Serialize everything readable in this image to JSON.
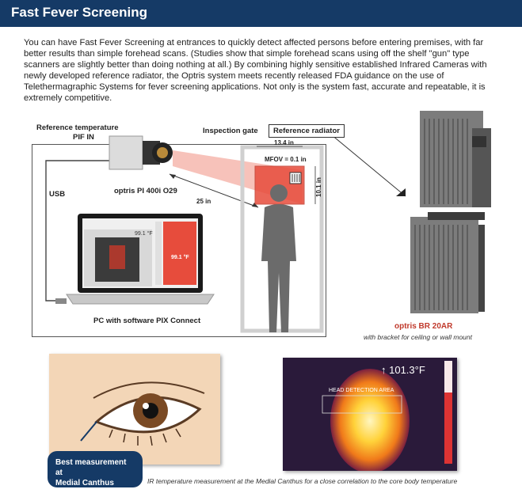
{
  "header": {
    "title": "Fast Fever Screening",
    "bg_color": "#153a66"
  },
  "intro_text": "You can have Fast Fever Screening at entrances to quickly detect affected persons before entering premises, with far better results than simple forehead scans. (Studies show that simple forehead scans using off the shelf \"gun\" type scanners are slightly better than doing nothing at all.) By combining highly sensitive established Infrared Cameras with newly developed reference radiator, the Optris system meets recently released FDA guidance on the use of Telethermagraphic Systems for fever screening applications. Not only is the system fast, accurate and repeatable, it is extremely competitive.",
  "diagram": {
    "ref_temp_line1": "Reference temperature",
    "ref_temp_line2": "PIF IN",
    "usb": "USB",
    "camera_name": "optris PI 400i O29",
    "distance": "25 in",
    "inspection_gate": "Inspection gate",
    "reference_radiator": "Reference radiator",
    "width": "13.4 in",
    "mfov": "MFOV = 0.1 in",
    "height": "10.1 in",
    "pc_label": "PC with software PIX Connect",
    "screen_temp": "99.1 °F",
    "screen_temp_big": "99.1 °F"
  },
  "product": {
    "name": "optris BR 20AR",
    "subtitle": "with bracket for ceiling or wall mount",
    "accent_color": "#c0392b"
  },
  "eye_callout": {
    "line1": "Best measurement at",
    "line2": "Medial Canthus"
  },
  "ir_image": {
    "temperature": "↑ 101.3°F",
    "area_label": "HEAD DETECTION AREA"
  },
  "caption": "IR temperature measurement at the Medial Canthus for a close correlation to the core body temperature"
}
